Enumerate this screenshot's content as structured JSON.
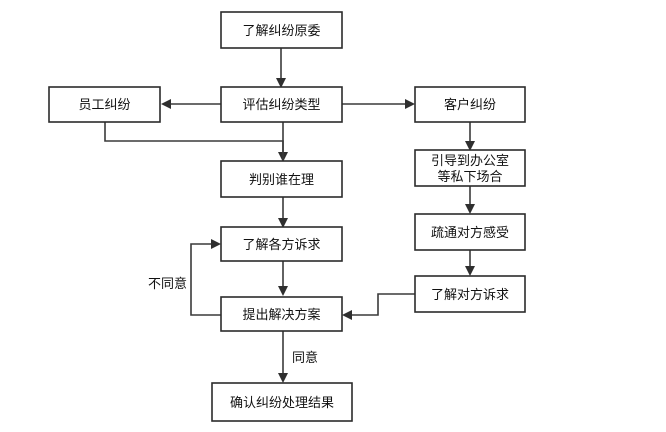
{
  "nodes": {
    "understand_cause": "了解纠纷原委",
    "assess_type": "评估纠纷类型",
    "employee_dispute": "员工纠纷",
    "customer_dispute": "客户纠纷",
    "guide_office_line1": "引导到办公室",
    "guide_office_line2": "等私下场合",
    "judge_who_right": "判别谁在理",
    "communicate_feelings": "疏通对方感受",
    "understand_each_demands": "了解各方诉求",
    "understand_other_demands": "了解对方诉求",
    "propose_solution": "提出解决方案",
    "confirm_result": "确认纠纷处理结果"
  },
  "edge_labels": {
    "disagree": "不同意",
    "agree": "同意"
  },
  "colors": {
    "stroke": "#2b2b2b",
    "arrow": "#2f2f2f",
    "text": "#111111",
    "background": "#ffffff"
  }
}
